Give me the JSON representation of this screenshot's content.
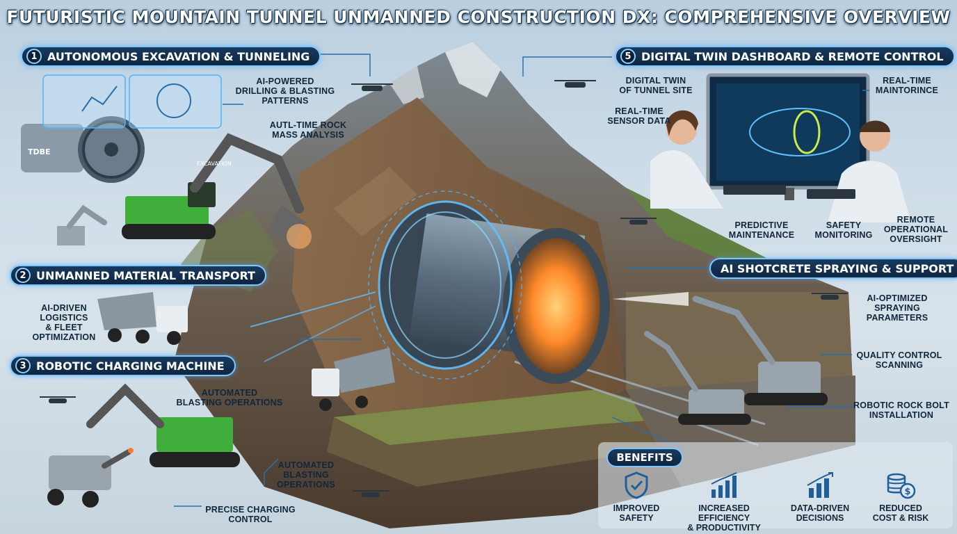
{
  "title": "FUTURISTIC MOUNTAIN TUNNEL UNMANNED CONSTRUCTION DX: COMPREHENSIVE OVERVIEW",
  "sections": [
    {
      "num": "1",
      "label": "AUTONOMOUS EXCAVATION & TUNNELING"
    },
    {
      "num": "2",
      "label": "UNMANNED MATERIAL TRANSPORT"
    },
    {
      "num": "3",
      "label": "ROBOTIC CHARGING MACHINE"
    },
    {
      "num": "5",
      "label": "DIGITAL TWIN DASHBOARD & REMOTE CONTROL"
    },
    {
      "num": "",
      "label": "AI SHOTCRETE SPRAYING & SUPPORT"
    }
  ],
  "labels": {
    "drilling": "AI-POWERED\nDRILLING & BLASTING\nPATTERNS",
    "rock_mass": "AUTL-TIME ROCK\nMASS ANALYSIS",
    "logistics": "AI-DRIVEN\nLOGISTICS\n& FLEET\nOPTIMIZATION",
    "automated_blasting_1": "AUTOMATED\nBLASTING OPERATIONS",
    "automated_blasting_2": "AUTOMATED\nBLASTING\nOPERATIONS",
    "precise_charging": "PRECISE CHARGING\nCONTROL",
    "digital_twin": "DIGITAL TWIN\nOF TUNNEL SITE",
    "sensor_data": "REAL-TIME\nSENSOR DATA",
    "realtime_maint": "REAL-TIME\nMAINTORINCE",
    "predictive": "PREDICTIVE\nMAINTENANCE",
    "safety_monitoring": "SAFETY\nMONITORING",
    "remote_oversight": "REMOTE\nOPERATIONAL\nOVERSIGHT",
    "spraying_params": "AI-OPTIMIZED\nSPRAYING\nPARAMETERS",
    "quality_control": "QUALITY CONTROL\nSCANNING",
    "rock_bolt": "ROBOTIC ROCK BOLT\nINSTALLATION",
    "tbm_side": "TDBE",
    "excavator_side": "EXCAVATION"
  },
  "benefits": {
    "heading": "BENEFITS",
    "items": [
      {
        "label": "IMPROVED\nSAFETY",
        "icon": "shield-check-icon"
      },
      {
        "label": "INCREASED EFFICIENCY\n& PRODUCTIVITY",
        "icon": "bar-chart-icon"
      },
      {
        "label": "DATA-DRIVEN\nDECISIONS",
        "icon": "growth-chart-icon"
      },
      {
        "label": "REDUCED\nCOST & RISK",
        "icon": "coins-dollar-icon"
      }
    ]
  },
  "colors": {
    "accent": "#4fb4ff",
    "navy": "#0e2640",
    "machine_green": "#3fae3a",
    "glow_orange": "#ff9a2e"
  }
}
